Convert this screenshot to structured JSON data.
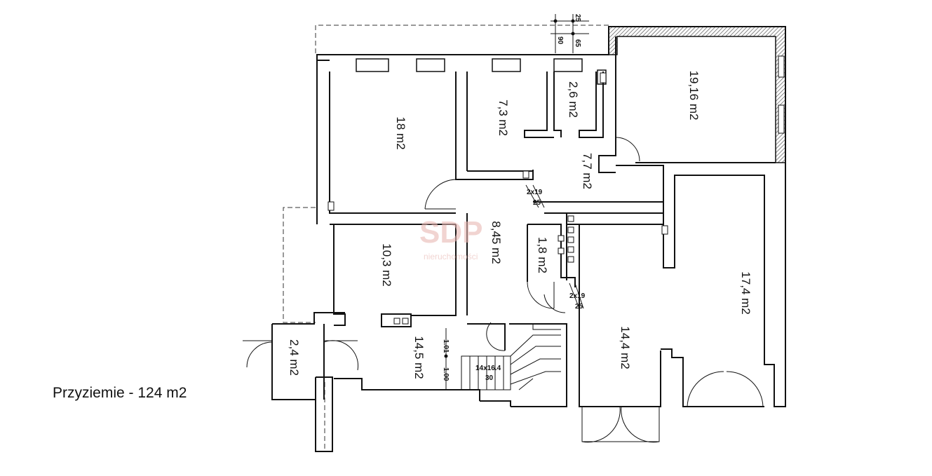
{
  "caption": "Przyziemie - 124 m2",
  "rooms": {
    "r1": "18 m2",
    "r2": "7,3 m2",
    "r3": "2,6 m2",
    "r4": "19,16 m2",
    "r5": "7,7 m2",
    "r6": "10,3 m2",
    "r7": "8,45 m2",
    "r8": "1,8 m2",
    "r9": "17,4 m2",
    "r10": "14,4 m2",
    "r11": "14,5 m2",
    "r12": "2,4 m2"
  },
  "stairs": {
    "upper_a": "2x19",
    "upper_b": "25",
    "lower_a": "2x19",
    "lower_b": "25",
    "main_a": "14x16.4",
    "main_b": "30"
  },
  "dimensions": {
    "d1": "25",
    "d2": "90",
    "d3": "65",
    "d4": "1.01",
    "d5": "1.00"
  },
  "watermark": {
    "logo": "SDP",
    "sub": "nieruchomości"
  },
  "colors": {
    "wall": "#111111",
    "wall_fill": "#cfcfcf",
    "watermark": "#e9b8b4"
  }
}
